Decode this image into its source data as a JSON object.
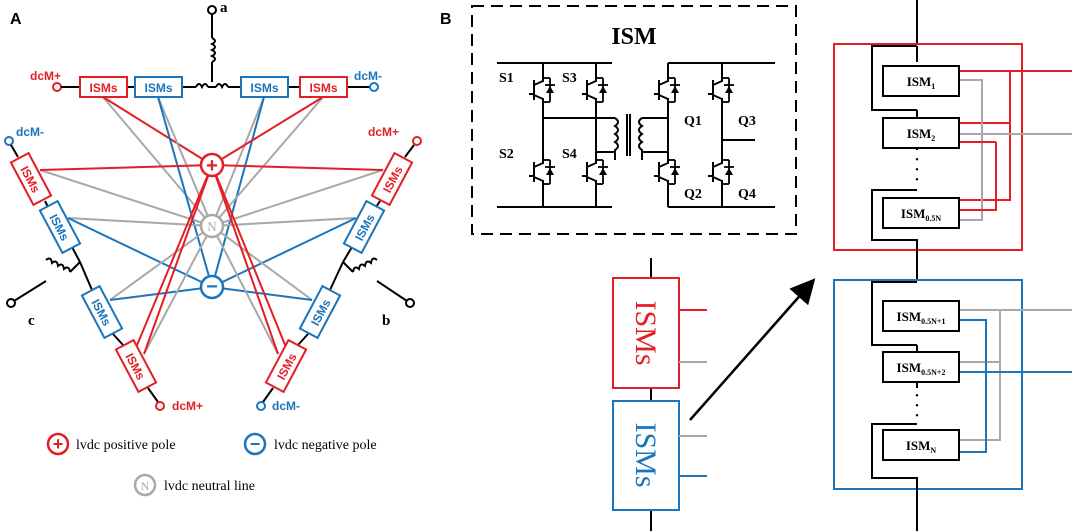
{
  "panels": {
    "a": "A",
    "b": "B"
  },
  "colors": {
    "red": "#e31e24",
    "blue": "#1a75bc",
    "gray": "#a8a8a8",
    "black": "#000000"
  },
  "panel_a": {
    "phase_a": "a",
    "phase_b": "b",
    "phase_c": "c",
    "ism_label": "ISMs",
    "dcm_plus": "dcM+",
    "dcm_minus": "dcM-",
    "pos_node": "+",
    "neg_node": "−",
    "neutral_node": "N"
  },
  "legend": {
    "positive": "lvdc positive pole",
    "negative": "lvdc negative pole",
    "neutral": "lvdc neutral line"
  },
  "ism_circuit": {
    "title": "ISM",
    "switches": [
      "S1",
      "S2",
      "S3",
      "S4",
      "Q1",
      "Q2",
      "Q3",
      "Q4"
    ]
  },
  "stack": {
    "upper": [
      {
        "main": "ISM",
        "sub": "1"
      },
      {
        "main": "ISM",
        "sub": "2"
      },
      {
        "main": "ISM",
        "sub": "0.5N"
      }
    ],
    "lower": [
      {
        "main": "ISM",
        "sub": "0.5N+1"
      },
      {
        "main": "ISM",
        "sub": "0.5N+2"
      },
      {
        "main": "ISM",
        "sub": "N"
      }
    ],
    "dots": "•"
  },
  "zoom_label": "ISMs"
}
